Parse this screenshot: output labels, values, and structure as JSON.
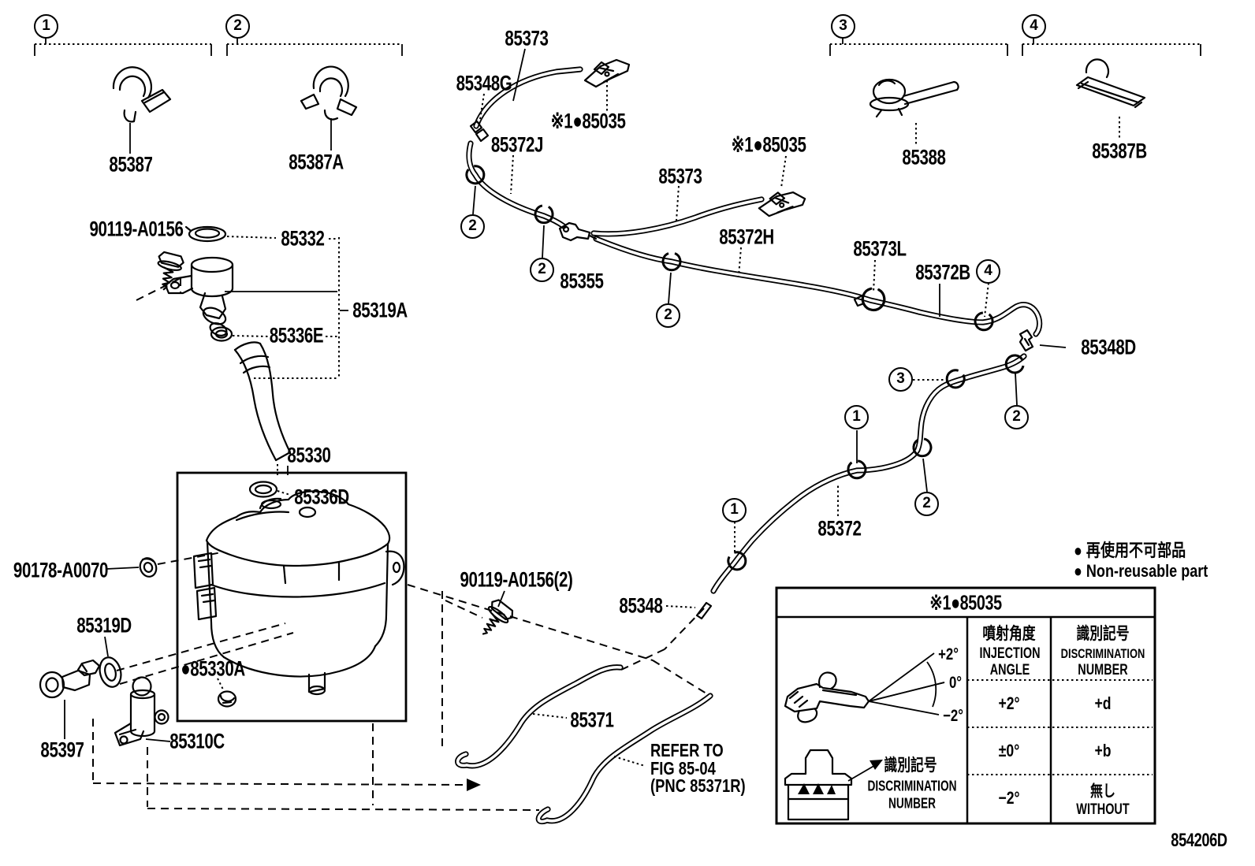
{
  "doc": {
    "drawing_number": "854206D"
  },
  "legend": {
    "jp": "● 再使用不可部品",
    "en": "● Non-reusable part"
  },
  "callouts": {
    "headers": [
      "1",
      "2",
      "3",
      "4"
    ],
    "inline": [
      "2",
      "2",
      "2",
      "4",
      "3",
      "1",
      "2",
      "1",
      "2"
    ]
  },
  "parts": {
    "p85387": "85387",
    "p85387a": "85387A",
    "p85373_top": "85373",
    "p85348g": "85348G",
    "p85035_1": "※1●85035",
    "p85372j": "85372J",
    "p85035_2": "※1●85035",
    "p85373_mid": "85373",
    "p85388": "85388",
    "p85387b": "85387B",
    "p90119": "90119-A0156",
    "p85332": "85332",
    "p85319a": "85319A",
    "p85336e": "85336E",
    "p85330": "85330",
    "p85336d": "85336D",
    "p90178": "90178-A0070",
    "p85319d": "85319D",
    "p85330a": "●85330A",
    "p85397": "85397",
    "p85310c": "85310C",
    "p85355": "85355",
    "p85372h": "85372H",
    "p85373l": "85373L",
    "p85372b": "85372B",
    "p85348d": "85348D",
    "p85372": "85372",
    "p90119_2": "90119-A0156(2)",
    "p85348": "85348",
    "p85371": "85371"
  },
  "notes": {
    "refer1": "REFER TO",
    "refer2": "FIG 85-04",
    "refer3": "(PNC 85371R)"
  },
  "table": {
    "title": "※1●85035",
    "angle_header_jp": "噴射角度",
    "angle_header_en1": "INJECTION",
    "angle_header_en2": "ANGLE",
    "disc_header_jp": "識別記号",
    "disc_header_en1": "DISCRIMINATION",
    "disc_header_en2": "NUMBER",
    "fan": {
      "plus": "+2°",
      "zero": "0°",
      "minus": "−2°"
    },
    "inner_jp": "識別記号",
    "inner_en1": "DISCRIMINATION",
    "inner_en2": "NUMBER",
    "rows": [
      {
        "angle": "+2°",
        "disc": "+d"
      },
      {
        "angle": "±0°",
        "disc": "+b"
      },
      {
        "angle": "−2°",
        "disc": "無し",
        "disc_en": "WITHOUT"
      }
    ]
  }
}
